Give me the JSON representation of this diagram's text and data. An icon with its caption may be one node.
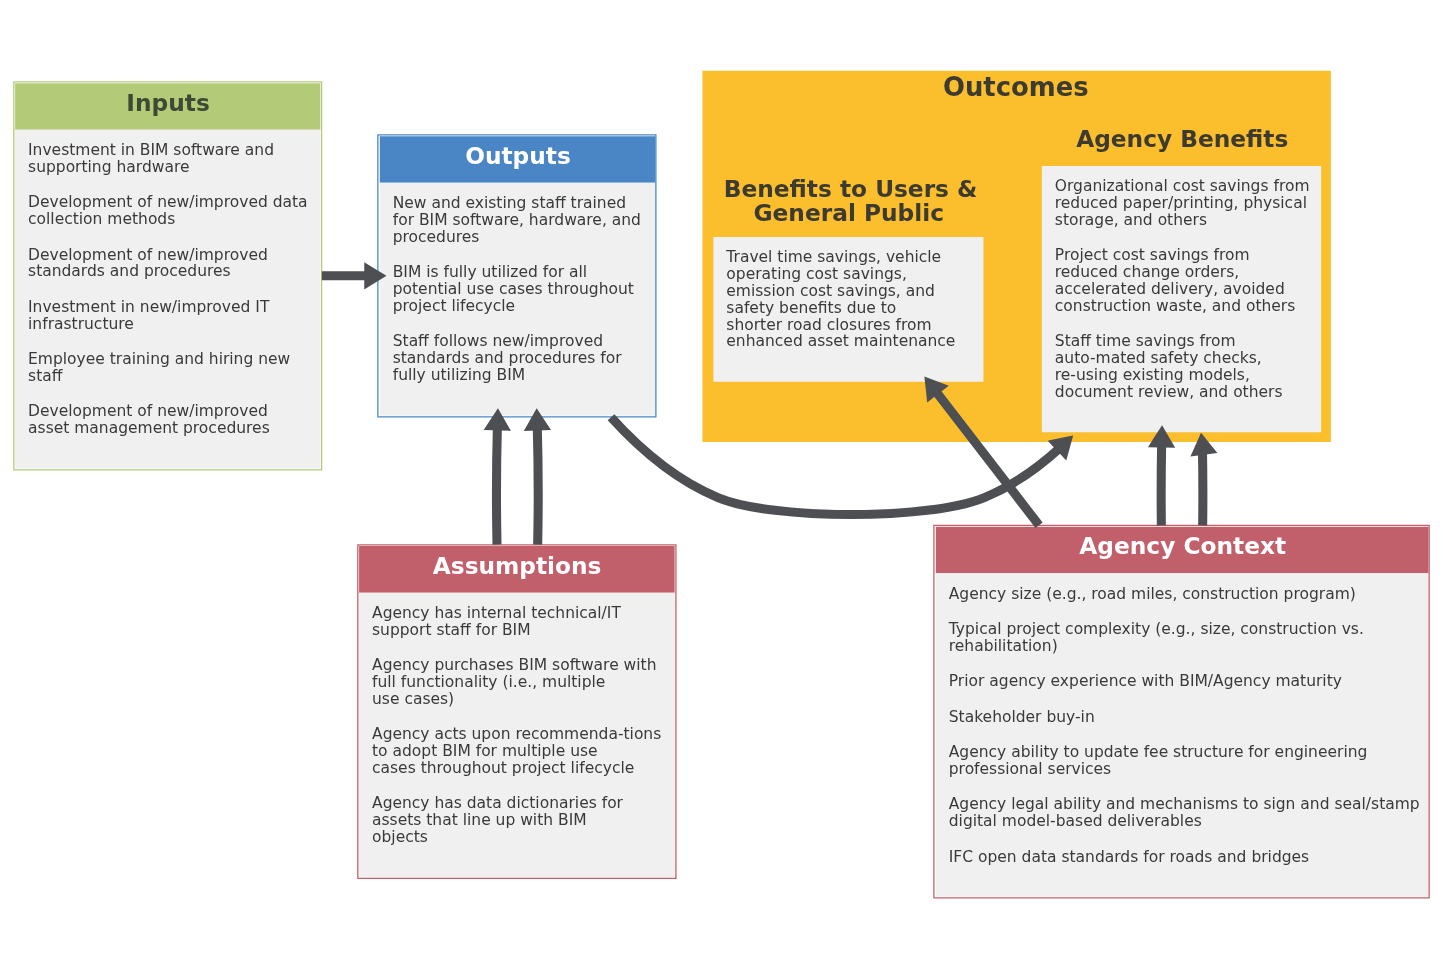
{
  "diagram": {
    "nodes": [
      {
        "text": [
          "Inputs",
          "Investment in BIM software and supporting hardware",
          "Development of new/improved data collection methods",
          "Development of new/improved standards and procedures",
          "Investment in new/improved IT infrastructure",
          "Employee training and hiring new staff",
          "Development of new/improved asset management procedures"
        ]
      },
      {
        "text": [
          "Outputs",
          "New and existing staff trained for BIM software, hardware, and procedures",
          "BIM is fully utilized for all potential use cases throughout project lifecycle",
          "Staff follows new/improved standards and procedures for fully utilizing BIM"
        ]
      },
      {
        "text": [
          "Outcomes"
        ]
      },
      {
        "text": [
          "Agency Benefits",
          "Organizational cost savings from reduced paper/printing, physical storage, and others",
          "Project cost savings from reduced change orders, accelerated delivery, avoided construction waste, and others",
          "Staff time savings from auto-mated safety checks, re-using existing models, document review, and others"
        ],
        "in": 2
      },
      {
        "text": [
          "Benefits to Users & General Public",
          "Travel time savings, vehicle operating cost savings, emission cost savings, and safety benefits due to shorter road closures from enhanced asset maintenance"
        ],
        "in": 2
      },
      {
        "text": [
          "Assumptions",
          "Agency has internal technical/IT support staff for BIM",
          "Agency purchases BIM software with full functionality (i.e., multiple use cases)",
          "Agency acts upon recommenda-tions to adopt BIM for multiple use cases throughout project lifecycle",
          "Agency has data dictionaries for assets that line up with BIM objects"
        ]
      },
      {
        "text": [
          "Agency Context",
          "Agency size (e.g., road miles, construction program)",
          "Typical project complexity (e.g., size, construction vs. rehabilitation)",
          "Prior agency experience with BIM/Agency maturity",
          "Stakeholder buy-in",
          "Agency ability to update fee structure for engineering professional services",
          "Agency legal ability and mechanisms to sign and seal/stamp digital model-based deliverables",
          "IFC open data standards for roads and bridges"
        ]
      }
    ],
    "edges": [
      {
        "from": 0,
        "to": 1,
        "arrow": "to"
      },
      {
        "from": 1,
        "to": 2,
        "arrow": "to"
      },
      {
        "from": 5,
        "to": 1,
        "arrow": "to"
      },
      {
        "from": 5,
        "to": 1,
        "arrow": "to"
      },
      {
        "from": 6,
        "to": 3,
        "arrow": "to"
      },
      {
        "from": 6,
        "to": 2,
        "arrow": "to"
      },
      {
        "from": 6,
        "to": 4,
        "arrow": "to"
      }
    ]
  }
}
